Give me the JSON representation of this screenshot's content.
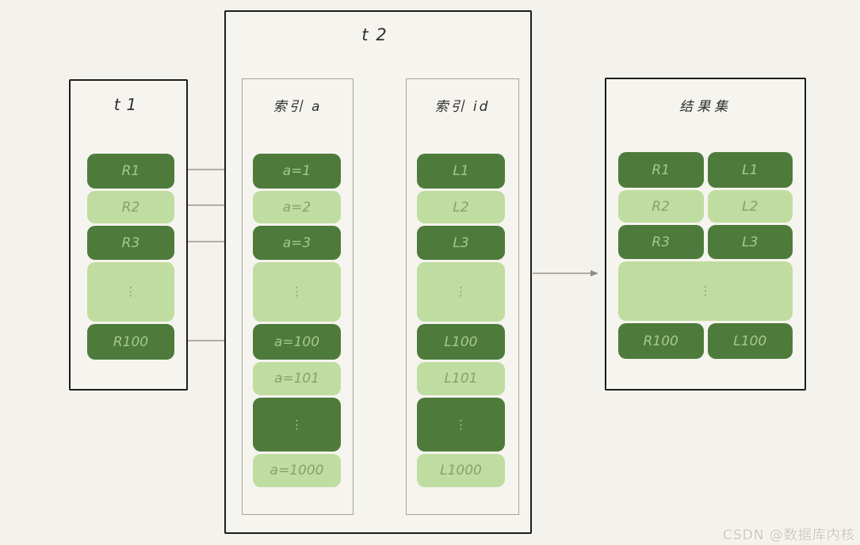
{
  "palette": {
    "background": "#f4f2ec",
    "dark_green": "#4e7b3c",
    "light_green": "#bfdda0",
    "text_on_dark": "#a6c98a",
    "text_on_light": "#85a366",
    "outer_border": "#1c1c1c",
    "inner_border": "#a3a39d",
    "arrow": "#8c8c8c",
    "title_text": "#2e2e2e",
    "watermark_text": "#cdc9be"
  },
  "t1": {
    "title": "t1",
    "rows": [
      "R1",
      "R2",
      "R3",
      "⋮",
      "R100"
    ]
  },
  "t2": {
    "title": "t2",
    "index_a": {
      "title": "索引 a",
      "rows": [
        "a=1",
        "a=2",
        "a=3",
        "⋮",
        "a=100",
        "a=101",
        "⋮",
        "a=1000"
      ]
    },
    "index_id": {
      "title": "索引 id",
      "rows": [
        "L1",
        "L2",
        "L3",
        "⋮",
        "L100",
        "L101",
        "⋮",
        "L1000"
      ]
    }
  },
  "result": {
    "title": "结果集",
    "pairs": [
      {
        "left": "R1",
        "right": "L1"
      },
      {
        "left": "R2",
        "right": "L2"
      },
      {
        "left": "R3",
        "right": "L3"
      },
      {
        "left": "R100",
        "right": "L100"
      }
    ],
    "dots": "⋮"
  },
  "watermark": "CSDN @数据库内核"
}
